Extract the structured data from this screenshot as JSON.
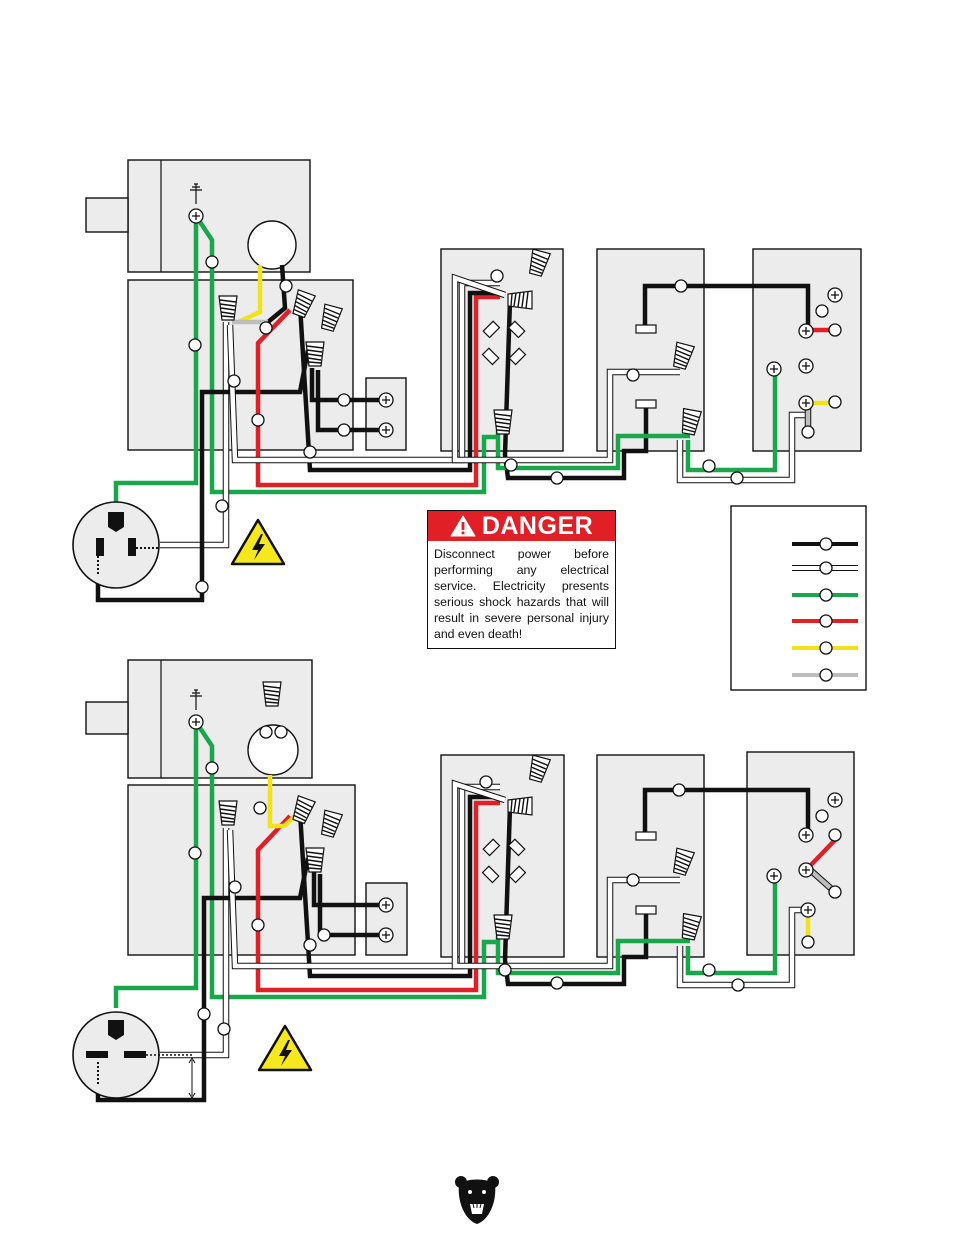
{
  "danger": {
    "title": "DANGER",
    "message": "Disconnect power before performing any electrical service. Electricity presents serious shock hazards that will result in severe personal injury and even death!"
  },
  "legend": {
    "wires": [
      {
        "color": "#111111",
        "icon": "black-wire"
      },
      {
        "color": "#ffffff",
        "icon": "white-wire"
      },
      {
        "color": "#1aa64a",
        "icon": "green-wire"
      },
      {
        "color": "#e11f26",
        "icon": "red-wire"
      },
      {
        "color": "#f2e21a",
        "icon": "yellow-wire"
      },
      {
        "color": "#bdbdbd",
        "icon": "gray-wire"
      }
    ]
  },
  "colors": {
    "black": "#111111",
    "white": "#ffffff",
    "green": "#1aa64a",
    "red": "#e11f26",
    "yellow": "#f2e21a",
    "gray": "#bdbdbd",
    "box_fill": "#ececec",
    "danger_red": "#e11f26"
  },
  "icons": [
    "ground-symbol-icon",
    "shock-hazard-icon",
    "bear-logo-icon",
    "warning-triangle-icon"
  ]
}
